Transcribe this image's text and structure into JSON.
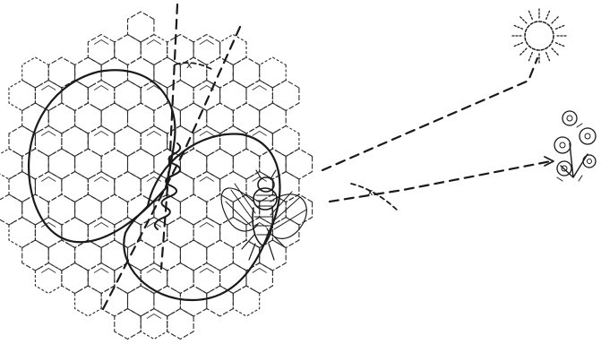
{
  "figure": {
    "ink_color": "#1a1a1a",
    "background_color": "#ffffff",
    "icons": [
      "honeycomb",
      "bee-icon",
      "sun-icon",
      "flower-icon"
    ],
    "angle_marks": [
      "x",
      "x"
    ]
  }
}
